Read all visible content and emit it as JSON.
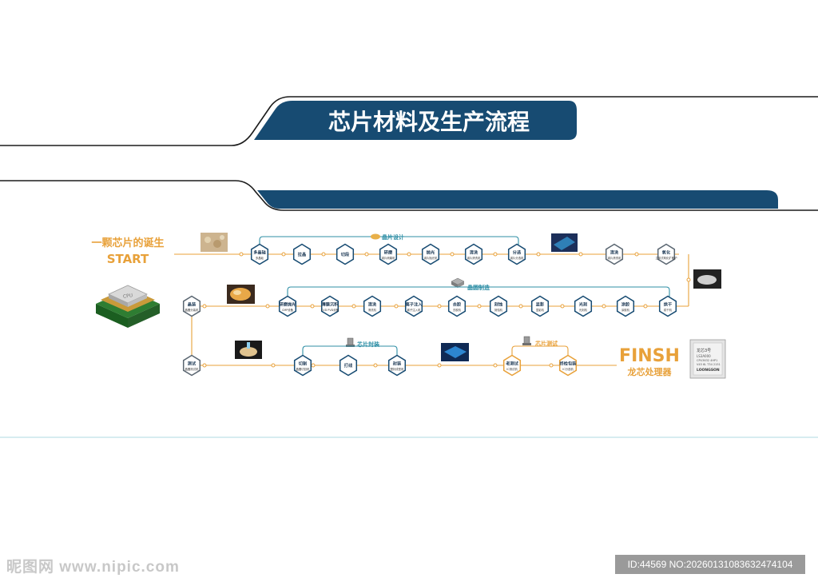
{
  "header": {
    "title": "芯片材料及生产流程"
  },
  "start": {
    "label_cn": "一颗芯片的诞生",
    "label_en": "START"
  },
  "finish": {
    "label_en": "FINSH",
    "label_cn": "龙芯处理器"
  },
  "cpu_chip": {
    "label": "CPU"
  },
  "processor_chip": {
    "line1": "龙芯3号",
    "line2": "LS3A000",
    "line3": "CPU3632 4HP1",
    "line4": "V45 6L T34 2151",
    "brand": "LOONGSON"
  },
  "groups": {
    "chip_design": "晶片设计",
    "wafer_manufacturing": "晶圆制造",
    "chip_packaging": "芯片封装",
    "chip_testing": "芯片测试"
  },
  "row1": [
    {
      "title": "多晶硅",
      "sub": "多晶硅"
    },
    {
      "title": "拉晶",
      "sub": ""
    },
    {
      "title": "切段",
      "sub": ""
    },
    {
      "title": "研磨",
      "sub": "减片研磨机"
    },
    {
      "title": "抛光",
      "sub": "减片抛光机"
    },
    {
      "title": "清洗",
      "sub": "减片清洗机"
    },
    {
      "title": "分选",
      "sub": "减片分选机"
    },
    {
      "title": "清洗",
      "sub": "减片清洗机"
    },
    {
      "title": "氧化",
      "sub": "立体式氧化扩散炉"
    }
  ],
  "row2": [
    {
      "title": "晶装",
      "sub": "晶圆分装机"
    },
    {
      "title": "研磨抛光",
      "sub": "CMP设备"
    },
    {
      "title": "薄膜沉积",
      "sub": "CVD PVD设备"
    },
    {
      "title": "清洗",
      "sub": "清洗机"
    },
    {
      "title": "离子注入",
      "sub": "离子注入机"
    },
    {
      "title": "去胶",
      "sub": "去胶机"
    },
    {
      "title": "刻蚀",
      "sub": "刻蚀机"
    },
    {
      "title": "显影",
      "sub": "显影机"
    },
    {
      "title": "光刻",
      "sub": "光刻机"
    },
    {
      "title": "涂胶",
      "sub": "涂胶机"
    },
    {
      "title": "烘干",
      "sub": "烘干机"
    }
  ],
  "row3": [
    {
      "title": "测试",
      "sub": "晶圆测试机"
    },
    {
      "title": "切割",
      "sub": "晶圆切割机"
    },
    {
      "title": "打线",
      "sub": ""
    },
    {
      "title": "封装",
      "sub": "塑封成型机"
    },
    {
      "title": "老测试",
      "sub": "IC测试机"
    },
    {
      "title": "终检包装",
      "sub": "IC分选机"
    }
  ],
  "watermark": {
    "left": "昵图网 www.nipic.com",
    "right": "ID:44569 NO:20260131083632474104"
  },
  "colors": {
    "navy": "#174b72",
    "orange": "#e8a13a",
    "teal": "#2f8fa6",
    "hex_border": "#5a6671"
  }
}
